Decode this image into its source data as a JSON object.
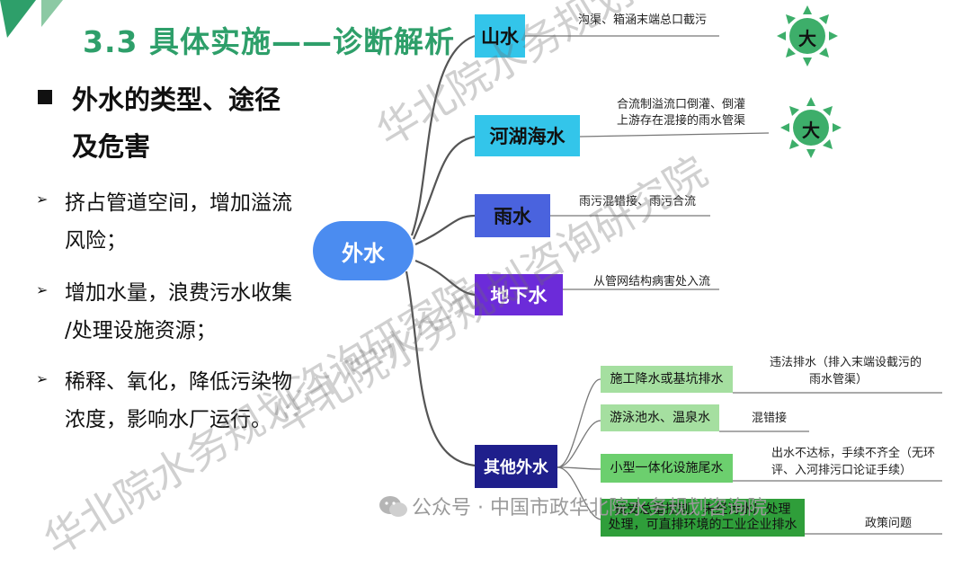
{
  "slide": {
    "title": "3.3 具体实施——诊断解析",
    "heading_line1": "外水的类型、途径",
    "heading_line2": "及危害",
    "bullets": [
      {
        "lines": [
          "挤占管道空间，增加溢流",
          "风险；"
        ]
      },
      {
        "lines": [
          "增加水量，浪费污水收集",
          "/处理设施资源；"
        ]
      },
      {
        "lines": [
          "稀释、氧化，降低污染物",
          "浓度，影响水厂运行。"
        ]
      }
    ]
  },
  "diagram": {
    "center": "外水",
    "branches": {
      "mountain": {
        "label": "山水",
        "desc": "沟渠、箱涵末端总口截污",
        "impact": "大"
      },
      "river": {
        "label": "河湖海水",
        "desc_lines": [
          "合流制溢流口倒灌、倒灌",
          "上游存在混接的雨水管渠"
        ],
        "impact": "大"
      },
      "rain": {
        "label": "雨水",
        "desc": "雨污混错接、雨污合流"
      },
      "ground": {
        "label": "地下水",
        "desc": "从管网结构病害处入流"
      },
      "other": {
        "label": "其他外水",
        "subs": [
          {
            "label": "施工降水或基坑排水",
            "desc_lines": [
              "违法排水（排入末端设截污的",
              "雨水管渠）"
            ]
          },
          {
            "label": "游泳池水、温泉水",
            "desc_lines": [
              "混错接"
            ]
          },
          {
            "label": "小型一体化设施尾水",
            "desc_lines": [
              "出水不达标，手续不齐全（无环",
              "评、入河排污口论证手续）"
            ]
          },
          {
            "label_lines": [
              "接受总量控制，未经污水厂处理",
              "处理，可直排环境的工业企业排水"
            ],
            "desc_lines": [
              "政策问题"
            ]
          }
        ]
      }
    }
  },
  "watermark": "华北院水务规划咨询研究院",
  "footer": {
    "text": "公众号 · 中国市政华北院水务规划咨询院"
  },
  "colors": {
    "title_green": "#2e9f6a",
    "node_cyan": "#33c5ea",
    "node_center": "#4b8cf0",
    "sun_green": "#3dae6a"
  }
}
